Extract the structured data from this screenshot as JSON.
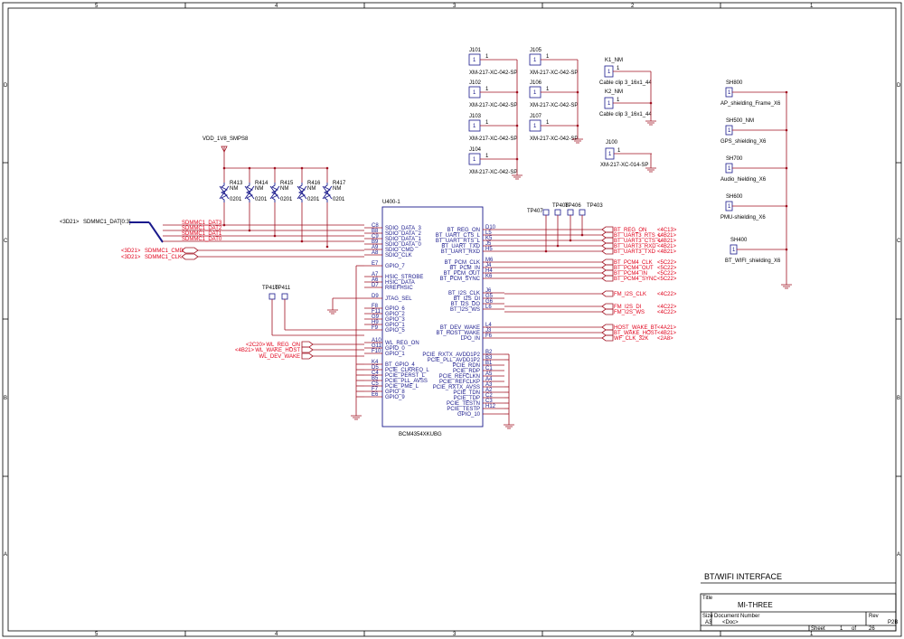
{
  "frame": {
    "col_labels": [
      "5",
      "4",
      "3",
      "2",
      "1"
    ],
    "row_labels": [
      "D",
      "C",
      "B",
      "A"
    ]
  },
  "title_block": {
    "sheet_title": "BT/WIFI INTERFACE",
    "title_label": "Title",
    "project": "MI-THREE",
    "size_label": "Size",
    "size": "A3",
    "doc_label": "Document Number",
    "doc_number": "<Doc>",
    "rev_label": "Rev",
    "rev": "P2B",
    "sheet_label": "Sheet",
    "sheet": "1",
    "of_label": "of",
    "total": "26"
  },
  "power": {
    "net": "VDD_1V8_SMPS8"
  },
  "bus": {
    "ref": "<3D21>",
    "name": "SDMMC1_DAT[0:3]"
  },
  "resistors": [
    {
      "ref": "R413",
      "val": "NM",
      "pkg": "0201"
    },
    {
      "ref": "R414",
      "val": "NM",
      "pkg": "0201"
    },
    {
      "ref": "R415",
      "val": "NM",
      "pkg": "0201"
    },
    {
      "ref": "R416",
      "val": "NM",
      "pkg": "0201"
    },
    {
      "ref": "R417",
      "val": "NM",
      "pkg": "0201"
    }
  ],
  "chip": {
    "ref": "U400-1",
    "part": "BCM4354XKUBG",
    "left_pins": [
      {
        "pin": "C8",
        "name": "SDIO_DATA_3"
      },
      {
        "pin": "B8",
        "name": "SDIO_DATA_2"
      },
      {
        "pin": "C9",
        "name": "SDIO_DATA_1"
      },
      {
        "pin": "B9",
        "name": "SDIO_DATA_0"
      },
      {
        "pin": "A9",
        "name": "SDIO_CMD"
      },
      {
        "pin": "A8",
        "name": "SDIO_CLK"
      },
      {
        "pin": "E7",
        "name": "GPIO_7"
      },
      {
        "pin": "A7",
        "name": "HSIC_STROBE"
      },
      {
        "pin": "A6",
        "name": "HSIC_DATA"
      },
      {
        "pin": "D7",
        "name": "RREFHSIC"
      },
      {
        "pin": "D9",
        "name": "JTAG_SEL"
      },
      {
        "pin": "F8",
        "name": "GPIO_6"
      },
      {
        "pin": "F11",
        "name": "GPIO_2"
      },
      {
        "pin": "G9",
        "name": "GPIO_3"
      },
      {
        "pin": "H9",
        "name": "GPIO_1"
      },
      {
        "pin": "F9",
        "name": "GPIO_5"
      },
      {
        "pin": "A10",
        "name": "WL_REG_ON"
      },
      {
        "pin": "G11",
        "name": "GPIO_0"
      },
      {
        "pin": "F10",
        "name": "GPIO_1"
      },
      {
        "pin": "K4",
        "name": "BT_GPIO_4"
      },
      {
        "pin": "D5",
        "name": "PCIE_CLKREQ_L"
      },
      {
        "pin": "C4",
        "name": "PCIE_PERST_L"
      },
      {
        "pin": "B5",
        "name": "PCIE_PLL_AVSS"
      },
      {
        "pin": "C5",
        "name": "PCIE_PME_L"
      },
      {
        "pin": "F7",
        "name": "GPIO_8"
      },
      {
        "pin": "E6",
        "name": "GPIO_9"
      }
    ],
    "right_pins": [
      {
        "pin": "D10",
        "name": "BT_REG_ON"
      },
      {
        "pin": "L5",
        "name": "BT_UART_CTS_L"
      },
      {
        "pin": "K5",
        "name": "BT_UART_RTS_L"
      },
      {
        "pin": "J5",
        "name": "BT_UART_TXD"
      },
      {
        "pin": "H5",
        "name": "BT_UART_RXD"
      },
      {
        "pin": "M6",
        "name": "BT_PCM_CLK"
      },
      {
        "pin": "J4",
        "name": "BT_PCM_IN"
      },
      {
        "pin": "H4",
        "name": "BT_PCM_OUT"
      },
      {
        "pin": "K6",
        "name": "BT_PCM_SYNC"
      },
      {
        "pin": "J6",
        "name": "BT_I2S_CLK"
      },
      {
        "pin": "G5",
        "name": "BT_I2S_DI"
      },
      {
        "pin": "G6",
        "name": "BT_I2S_DO"
      },
      {
        "pin": "L6",
        "name": "BT_I2S_WS"
      },
      {
        "pin": "L4",
        "name": "BT_DEV_WAKE"
      },
      {
        "pin": "J3",
        "name": "BT_HOST_WAKE"
      },
      {
        "pin": "F6",
        "name": "LPO_IN"
      },
      {
        "pin": "B2",
        "name": "PCIE_RXTX_AVDD1P2"
      },
      {
        "pin": "B3",
        "name": "PCIE_PLL_AVDD1P2"
      },
      {
        "pin": "B1",
        "name": "PCIE_RDN"
      },
      {
        "pin": "C1",
        "name": "PCIE_RDP"
      },
      {
        "pin": "A5",
        "name": "PCIE_REFCLKN"
      },
      {
        "pin": "A4",
        "name": "PCIE_REFCLKP"
      },
      {
        "pin": "A3",
        "name": "PCIE_RXTX_AVSS"
      },
      {
        "pin": "A2",
        "name": "PCIE_TDN"
      },
      {
        "pin": "C2",
        "name": "PCIE_TDP"
      },
      {
        "pin": "C3",
        "name": "PCIE_TESTN"
      },
      {
        "pin": "H12",
        "name": "PCIE_TESTP"
      },
      {
        "pin": "",
        "name": "GPIO_10"
      }
    ]
  },
  "left_nets": [
    {
      "name": "SDMMC1_DAT3"
    },
    {
      "name": "SDMMC1_DAT2"
    },
    {
      "name": "SDMMC1_DAT1"
    },
    {
      "name": "SDMMC1_DAT0"
    },
    {
      "ref": "<3D21>",
      "name": "SDMMC1_CMD"
    },
    {
      "ref": "<3D21>",
      "name": "SDMMC1_CLK"
    },
    {
      "ref": "<2C20>",
      "name": "WL_REG_ON"
    },
    {
      "ref": "<4B21>",
      "name": "WL_WAKE_HOST"
    },
    {
      "ref": "",
      "name": "WL_DEV_WAKE"
    }
  ],
  "right_nets": [
    {
      "name": "BT_REG_ON",
      "ref": "<4C13>"
    },
    {
      "name": "BT_UART3_RTS_L",
      "ref": "<4B21>"
    },
    {
      "name": "BT_UART3_CTS_L",
      "ref": "<4B21>"
    },
    {
      "name": "BT_UART3_RXD",
      "ref": "<4B21>"
    },
    {
      "name": "BT_UART3_TXD",
      "ref": "<4B21>"
    },
    {
      "name": "BT_PCM4_CLK",
      "ref": "<5C22>"
    },
    {
      "name": "BT_PCM4_OUT",
      "ref": "<5C22>"
    },
    {
      "name": "BT_PCM4_IN",
      "ref": "<5C22>"
    },
    {
      "name": "BT_PCM4_SYNC",
      "ref": "<5C22>"
    },
    {
      "name": "FM_I2S_CLK",
      "ref": "<4C22>"
    },
    {
      "name": "FM_I2S_DI",
      "ref": "<4C22>"
    },
    {
      "name": "FM_I2S_WS",
      "ref": "<4C22>"
    },
    {
      "name": "HOST_WAKE_BT",
      "ref": "<4A21>"
    },
    {
      "name": "BT_WAKE_HOST",
      "ref": "<4B21>"
    },
    {
      "name": "WF_CLK_32K",
      "ref": "<2A8>"
    }
  ],
  "testpoints": [
    "TP407",
    "TP408",
    "TP406",
    "TP403"
  ],
  "testpoints_left": [
    "TP410",
    "TP411"
  ],
  "connectors": [
    {
      "ref": "J101",
      "part": "XM-217-XC-042-SP"
    },
    {
      "ref": "J102",
      "part": "XM-217-XC-042-SP"
    },
    {
      "ref": "J103",
      "part": "XM-217-XC-042-SP"
    },
    {
      "ref": "J104",
      "part": "XM-217-XC-042-SP"
    },
    {
      "ref": "J105",
      "part": "XM-217-XC-042-SP"
    },
    {
      "ref": "J106",
      "part": "XM-217-XC-042-SP"
    },
    {
      "ref": "J107",
      "part": "XM-217-XC-042-SP"
    }
  ],
  "clips": [
    {
      "ref": "K1_NM",
      "part": "Cable clip 3_16x1_44"
    },
    {
      "ref": "K2_NM",
      "part": "Cable clip 3_16x1_44"
    },
    {
      "ref": "J100",
      "part": "XM-217-XC-014-SP"
    }
  ],
  "shields": [
    {
      "ref": "SH800",
      "part": "AP_shielding_Frame_X6"
    },
    {
      "ref": "SH500_NM",
      "part": "GPS_shielding_X6"
    },
    {
      "ref": "SH700",
      "part": "Audio_hielding_X6"
    },
    {
      "ref": "SH600",
      "part": "PMU-shielding_X6"
    },
    {
      "ref": "SH400",
      "part": "BT_WIFI_shielding_X6"
    }
  ],
  "pin_one": "1"
}
